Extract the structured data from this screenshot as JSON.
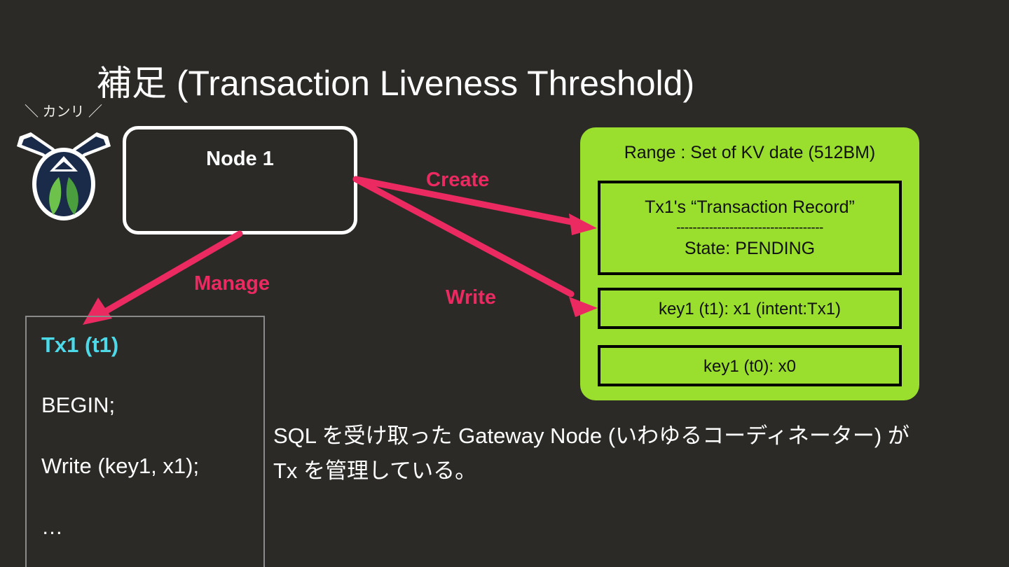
{
  "slide": {
    "title": "補足 (Transaction Liveness Threshold)",
    "background_color": "#2b2a26"
  },
  "logo": {
    "kanri_text": "＼ カンリ ／",
    "icon_name": "cockroachdb-logo",
    "body_color": "#1a2b4a",
    "outline_color": "#ffffff",
    "leaf_left_color": "#6cc24a",
    "leaf_right_color": "#4a9e3d"
  },
  "node": {
    "label": "Node 1",
    "border_color": "#ffffff"
  },
  "range": {
    "title": "Range : Set of KV date (512BM)",
    "fill_color": "#9ade2e",
    "entries": [
      {
        "name": "transaction-record",
        "line1": "Tx1's “Transaction Record”",
        "separator": "------------------------------------",
        "line2": "State: PENDING"
      },
      {
        "name": "kv-intent",
        "text": "key1 (t1): x1 (intent:Tx1)"
      },
      {
        "name": "kv-base",
        "text": "key1 (t0): x0"
      }
    ]
  },
  "arrows": {
    "color": "#ec2a62",
    "items": [
      {
        "name": "create-arrow",
        "label": "Create"
      },
      {
        "name": "write-arrow",
        "label": "Write"
      },
      {
        "name": "manage-arrow",
        "label": "Manage"
      }
    ]
  },
  "transaction_box": {
    "title": "Tx1 (t1)",
    "title_color": "#4dd9e8",
    "lines": [
      "BEGIN;",
      "Write (key1, x1);",
      "…"
    ]
  },
  "caption": {
    "line1": "SQL を受け取った Gateway Node (いわゆるコーディネーター) が",
    "line2": "Tx を管理している。"
  }
}
